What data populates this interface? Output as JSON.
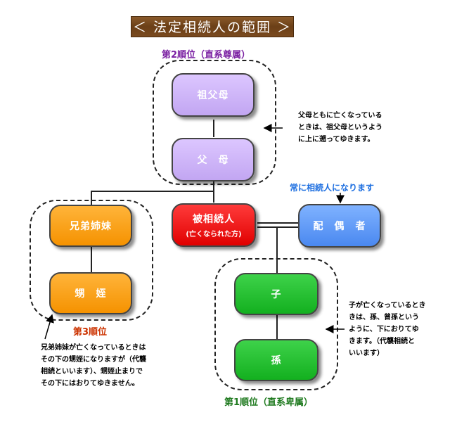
{
  "title": "＜ 法定相続人の範囲 ＞",
  "groups": {
    "second": {
      "label": "第2順位（直系尊属）"
    },
    "third": {
      "label": "第3順位"
    },
    "first": {
      "label": "第1順位（直系卑属）"
    }
  },
  "nodes": {
    "grandparents": "祖父母",
    "parents": "父　母",
    "siblings": "兄弟姉妹",
    "nephews": "甥　姪",
    "deceased": "被相続人",
    "deceased_sub": "(亡くなられた方)",
    "spouse": "配　偶　者",
    "child": "子",
    "grandchild": "孫"
  },
  "spouse_label": "常に相続人になります",
  "notes": {
    "ascendants": [
      "父母ともに亡くなっている",
      "ときは、祖父母というよう",
      "に上に遡ってゆきます。"
    ],
    "descendants": [
      "子が亡くなっているとき",
      "きは、孫、曾孫という",
      "ように、下におりてゆ",
      "きます。（代襲相続と",
      "いいます）"
    ],
    "siblings": [
      "兄弟姉妹が亡くなっているときは",
      "その下の甥姪になりますが（代襲",
      "相続といいます）、甥姪止まりで",
      "その下にはおりてゆきません。"
    ]
  },
  "colors": {
    "second_label": "#7a1fa2",
    "third_label": "#cc3300",
    "first_label": "#1f7a1f",
    "spouse_label": "#1e6fe0"
  }
}
